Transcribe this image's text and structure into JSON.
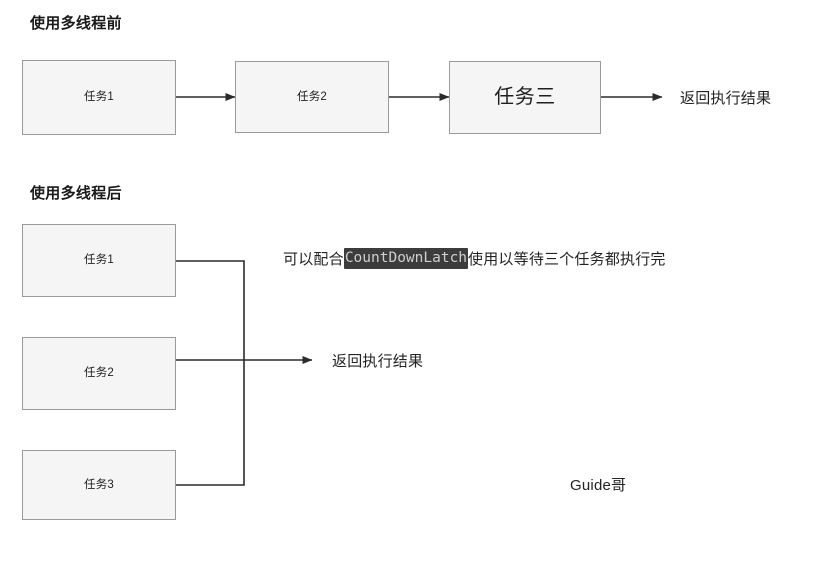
{
  "diagram": {
    "type": "flowchart",
    "background_color": "#ffffff",
    "node_fill_color": "#f5f5f5",
    "node_border_color": "#9a9a9a",
    "edge_color": "#2b2b2b",
    "code_chip_bg_color": "#3c3c3c",
    "code_chip_text_color": "#cfcfcf"
  },
  "sections": [
    {
      "title": "使用多线程前",
      "nodes": [
        {
          "label": "任务1"
        },
        {
          "label": "任务2"
        },
        {
          "label": "任务三"
        }
      ],
      "result_label": "返回执行结果"
    },
    {
      "title": "使用多线程后",
      "nodes": [
        {
          "label": "任务1"
        },
        {
          "label": "任务2"
        },
        {
          "label": "任务3"
        }
      ],
      "result_label": "返回执行结果",
      "note": {
        "prefix": "可以配合",
        "code": "CountDownLatch",
        "suffix": "使用以等待三个任务都执行完"
      }
    }
  ],
  "signature": "Guide哥"
}
